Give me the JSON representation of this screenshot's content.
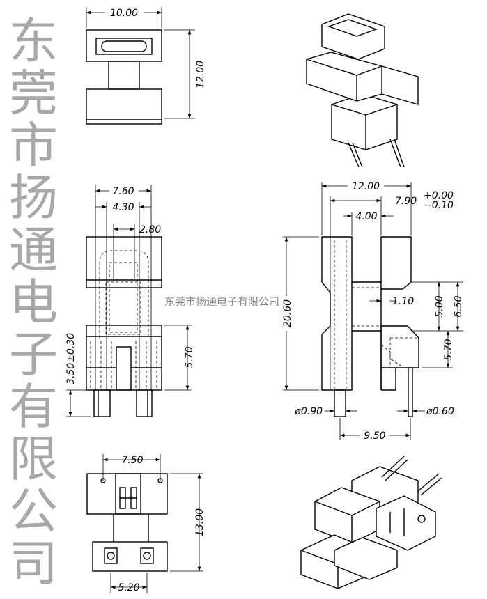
{
  "watermark": {
    "large": "东莞市扬通电子有限公司",
    "small": "东莞市扬通电子有限公司"
  },
  "top_view": {
    "width": "10.00",
    "height": "12.00"
  },
  "front_view": {
    "w1": "7.60",
    "w2": "4.30",
    "w3": "2.80",
    "pin_len": "3.50±0.30",
    "base_h": "5.70"
  },
  "side_view": {
    "w_total": "12.00",
    "w_body": "7.90",
    "tol_plus": "+0.00",
    "tol_minus": "−0.10",
    "slot": "4.00",
    "height": "20.60",
    "gap": "1.10",
    "h1": "5.00",
    "h2": "6.50",
    "h3": "5.70",
    "pin1": "ø0.90",
    "pin2": "ø0.60",
    "pitch": "9.50"
  },
  "bottom_view": {
    "w": "7.50",
    "h": "13.00",
    "pitch": "5.20"
  }
}
